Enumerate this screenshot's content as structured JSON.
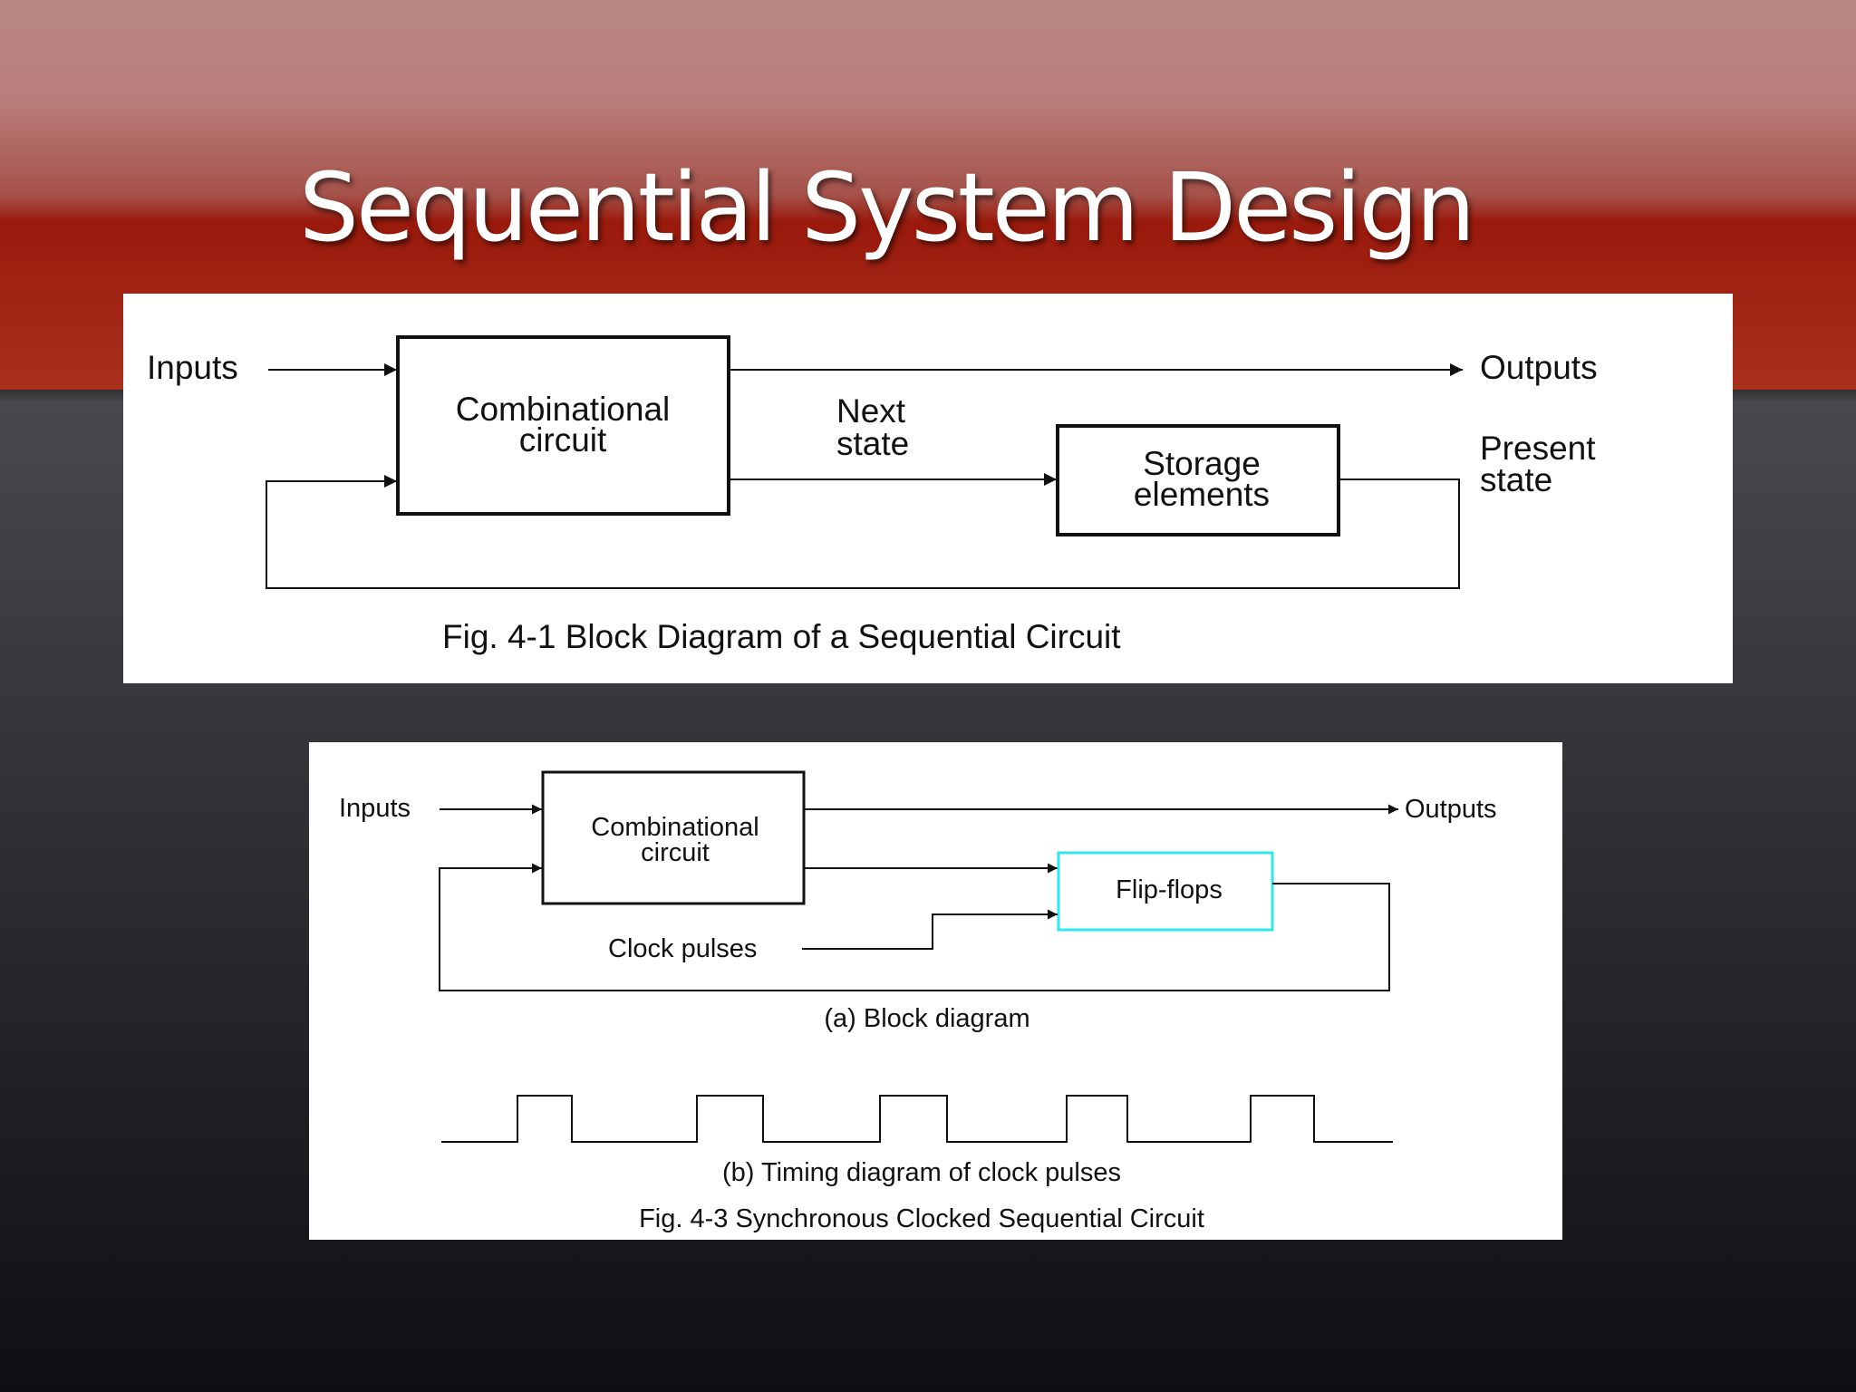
{
  "slide": {
    "title": "Sequential System Design"
  },
  "figure1": {
    "inputs_label": "Inputs",
    "outputs_label": "Outputs",
    "combinational_line1": "Combinational",
    "combinational_line2": "circuit",
    "next_state_line1": "Next",
    "next_state_line2": "state",
    "storage_line1": "Storage",
    "storage_line2": "elements",
    "present_state_line1": "Present",
    "present_state_line2": "state",
    "caption": "Fig. 4-1  Block Diagram of a Sequential Circuit"
  },
  "figure2": {
    "inputs_label": "Inputs",
    "outputs_label": "Outputs",
    "combinational_line1": "Combinational",
    "combinational_line2": "circuit",
    "flipflops_label": "Flip-flops",
    "clock_label": "Clock pulses",
    "block_caption": "(a) Block diagram",
    "timing_caption": "(b) Timing diagram of clock pulses",
    "caption": "Fig. 4-3  Synchronous Clocked Sequential Circuit",
    "highlight_color": "#2fe6ee"
  }
}
